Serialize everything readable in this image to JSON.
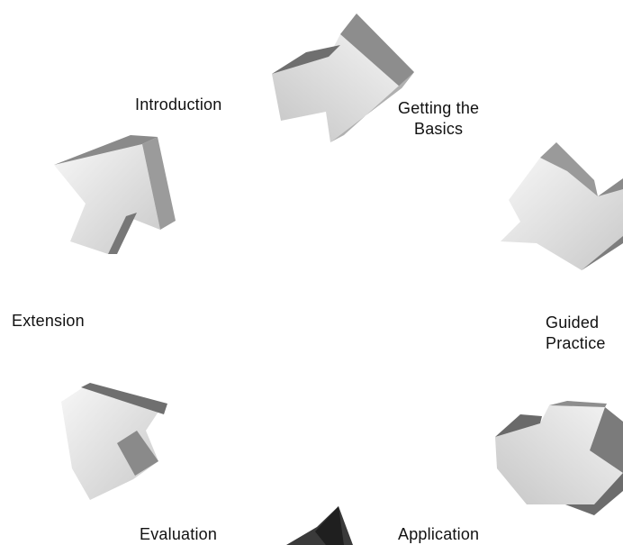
{
  "diagram": {
    "stages": [
      {
        "label": "Introduction"
      },
      {
        "label": "Getting the\nBasics"
      },
      {
        "label": "Guided\nPractice"
      },
      {
        "label": "Application"
      },
      {
        "label": "Evaluation"
      },
      {
        "label": "Extension"
      }
    ],
    "arrow_icons": [
      "curved-arrow-icon-introduction",
      "curved-arrow-icon-getting-basics",
      "curved-arrow-icon-guided-practice",
      "curved-arrow-icon-application",
      "curved-arrow-icon-evaluation",
      "curved-arrow-icon-extension"
    ],
    "colors": {
      "arrow_light": "#f2f2f2",
      "arrow_mid": "#bdbdbd",
      "arrow_dark": "#8a8a8a",
      "arrow_darkest": "#3a3a3a",
      "text": "#111111",
      "background": "#ffffff"
    }
  }
}
